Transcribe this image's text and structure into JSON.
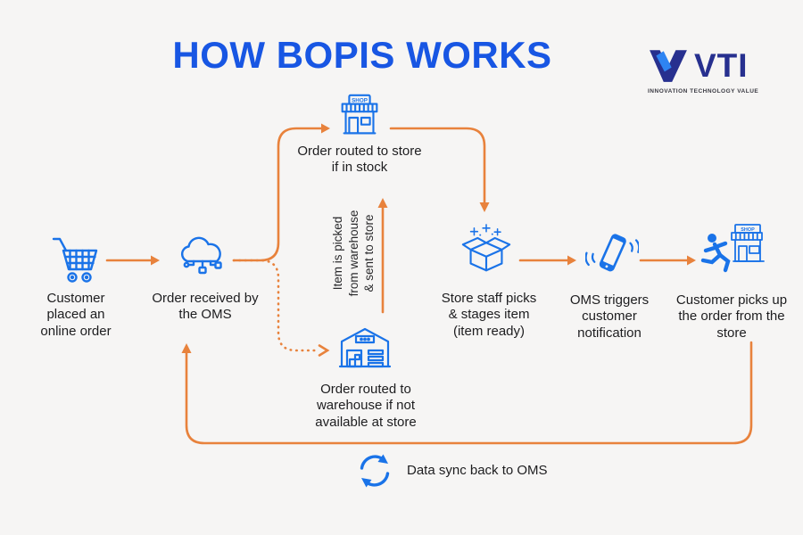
{
  "title": "HOW BOPIS WORKS",
  "logo": {
    "name": "VTI",
    "tagline": "INNOVATION TECHNOLOGY VALUE"
  },
  "colors": {
    "background": "#f6f5f4",
    "title_blue": "#1856e3",
    "icon_blue": "#1a73e8",
    "arrow_orange": "#e8823c",
    "logo_navy": "#27308f",
    "logo_light_blue": "#2e84f2",
    "text": "#1d1d1f"
  },
  "steps": {
    "cart": {
      "label": "Customer placed an online order",
      "icon": "shopping-cart-icon"
    },
    "oms": {
      "label": "Order received by the OMS",
      "icon": "cloud-oms-icon"
    },
    "store_route": {
      "label": "Order routed to store if in stock",
      "icon": "storefront-icon",
      "sign": "SHOP"
    },
    "warehouse_route": {
      "label": "Order routed to warehouse if not available at store",
      "icon": "warehouse-icon"
    },
    "picked": {
      "label": "Item is picked from warehouse & sent to store"
    },
    "staff": {
      "label": "Store staff picks & stages item (item ready)",
      "icon": "open-box-icon"
    },
    "notification": {
      "label": "OMS triggers customer notification",
      "icon": "vibrating-phone-icon"
    },
    "pickup": {
      "label": "Customer picks up the order from the store",
      "icon": "runner-store-icon",
      "sign": "SHOP"
    },
    "sync": {
      "label": "Data sync back to OMS",
      "icon": "sync-icon"
    }
  }
}
